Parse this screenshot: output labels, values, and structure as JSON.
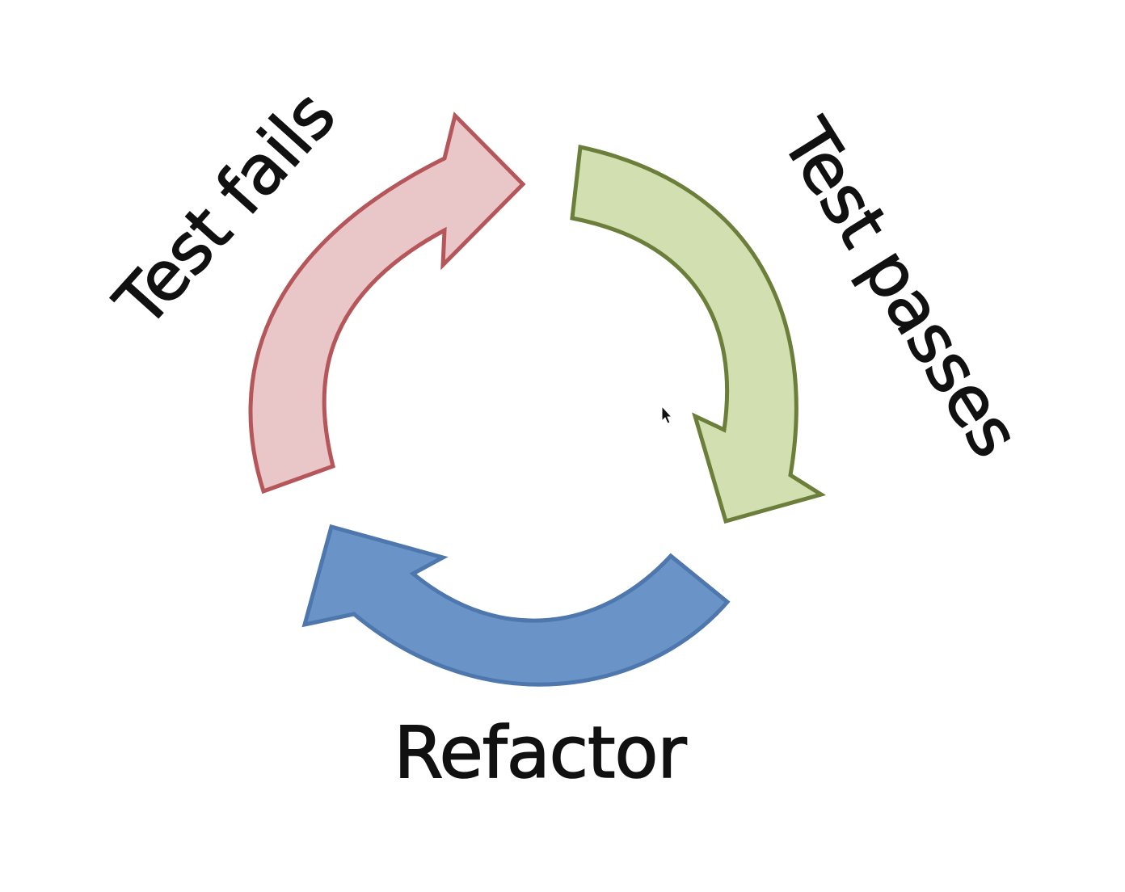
{
  "diagram": {
    "labels": {
      "test_fails": "Test fails",
      "test_passes": "Test passes",
      "refactor": "Refactor"
    },
    "arrows": {
      "test_fails": {
        "fill": "#e9c6c7",
        "stroke": "#b5565a"
      },
      "test_passes": {
        "fill": "#d2dfb1",
        "stroke": "#6b7f3b"
      },
      "refactor": {
        "fill": "#6a93c7",
        "stroke": "#4d77ad"
      }
    },
    "cursor_icon": "mouse-pointer-icon"
  }
}
